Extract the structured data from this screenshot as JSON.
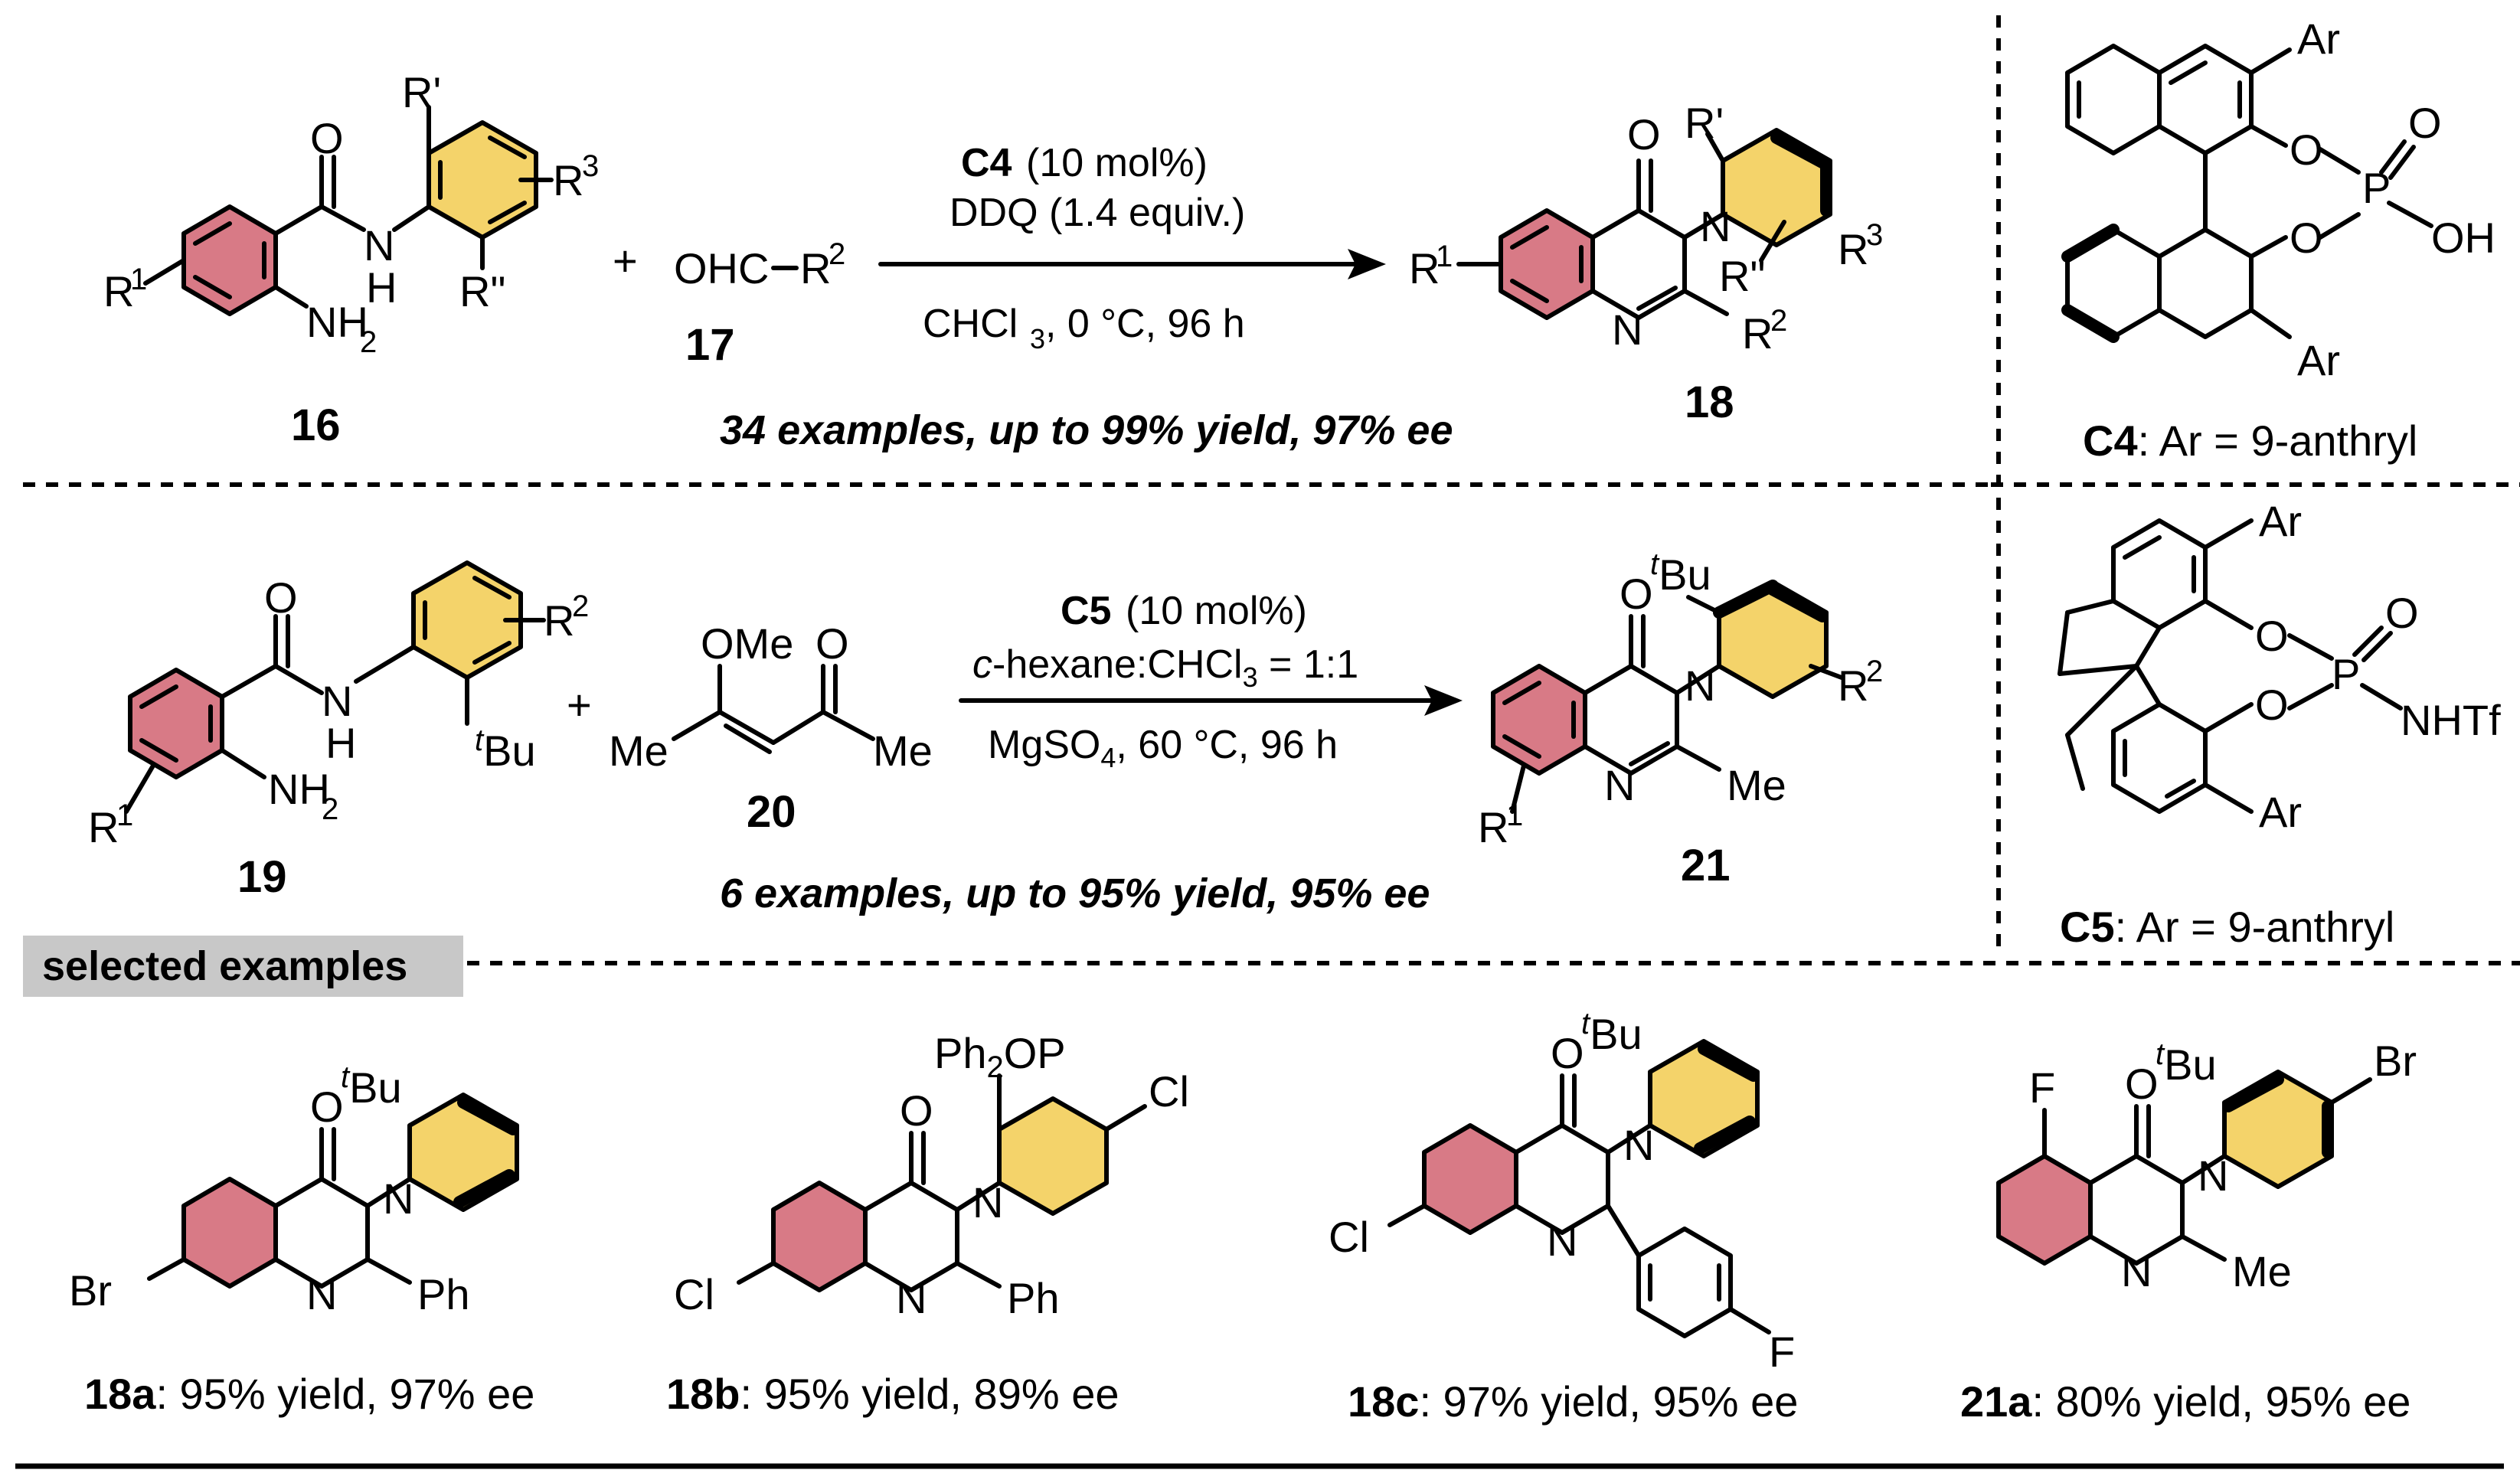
{
  "reaction1": {
    "reactant_label": "16",
    "aldehyde_formula": "OHC",
    "aldehyde_r": "R",
    "aldehyde_r_sup": "2",
    "aldehyde_label": "17",
    "plus": "+",
    "catalyst": "C4",
    "catalyst_loading": "(10 mol%)",
    "oxidant": "DDQ (1.4 equiv.)",
    "solvent_pre": "CHCl",
    "solvent_sub": "3",
    "solvent_post": ", 0 °C, 96 h",
    "product_label": "18",
    "summary": "34 examples, up to 99% yield, 97% ee",
    "substituents": {
      "r1": "R",
      "r1_sup": "1",
      "rp": "R'",
      "rpp": "R\"",
      "r3": "R",
      "r3_sup": "3",
      "nh": "N",
      "h": "H",
      "nh2": "NH",
      "nh2_sub": "2",
      "o": "O",
      "n": "N",
      "r2": "R",
      "r2_sup": "2"
    }
  },
  "reaction2": {
    "reactant_label": "19",
    "reagent_label": "20",
    "plus": "+",
    "catalyst": "C5",
    "catalyst_loading": "(10 mol%)",
    "solvent_italic": "c",
    "solvent_text": "-hexane:CHCl",
    "solvent_sub": "3",
    "solvent_ratio": " = 1:1",
    "additive_pre": "MgSO",
    "additive_sub": "4",
    "additive_post": ", 60 °C, 96 h",
    "product_label": "21",
    "summary": "6 examples, up to 95% yield, 95% ee",
    "substituents": {
      "ome": "OMe",
      "me": "Me",
      "tbu_t": "t",
      "tbu": "Bu",
      "methyl": "Me"
    }
  },
  "catalysts": {
    "c4_label": "C4",
    "c4_desc": ": Ar = 9-anthryl",
    "c5_label": "C5",
    "c5_desc": ": Ar = 9-anthryl",
    "ar": "Ar",
    "oh": "OH",
    "p": "P",
    "nhtf": "NHTf"
  },
  "selected_header": "selected examples",
  "examples": [
    {
      "label": "18a",
      "result": ": 95% yield, 97% ee",
      "halogen": "Br",
      "r2": "Ph",
      "ortho": "Bu",
      "ortho_t": "t"
    },
    {
      "label": "18b",
      "result": ": 95% yield, 89% ee",
      "halogen": "Cl",
      "r2": "Ph",
      "ortho": "Ph",
      "ortho_sub": "2",
      "ortho_rest": "OP",
      "para": "Cl"
    },
    {
      "label": "18c",
      "result": ": 97% yield, 95% ee",
      "halogen": "Cl",
      "ortho": "Bu",
      "ortho_t": "t",
      "aryl_f": "F"
    },
    {
      "label": "21a",
      "result": ": 80% yield, 95% ee",
      "halogen": "F",
      "r2": "Me",
      "ortho": "Bu",
      "ortho_t": "t",
      "para": "Br"
    }
  ]
}
